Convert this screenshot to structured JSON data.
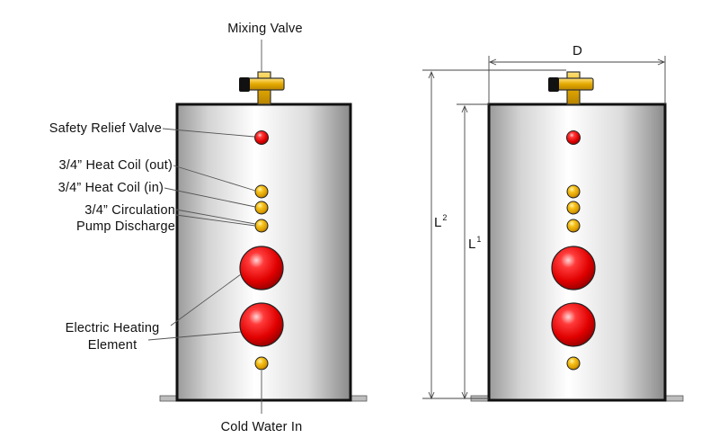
{
  "labels": {
    "mixing_valve": "Mixing Valve",
    "safety_relief_valve": "Safety Relief Valve",
    "heat_coil_out": "3/4” Heat Coil (out)",
    "heat_coil_in": "3/4” Heat Coil (in)",
    "circulation_line1": "3/4” Circulation",
    "circulation_line2": "Pump Discharge",
    "heating_element_line1": "Electric Heating",
    "heating_element_line2": "Element",
    "cold_water_in": "Cold Water In"
  },
  "dimensions": {
    "diameter": "D",
    "l2_base": "L",
    "l2_sup": "2",
    "l1_base": "L",
    "l1_sup": "1"
  },
  "colors": {
    "tank_light": "#ffffff",
    "tank_mid": "#d9d9d9",
    "tank_dark": "#8e8e8e",
    "valve_gold": "#e0a800",
    "red_port": "#e00000",
    "gold_port": "#f2b400"
  }
}
